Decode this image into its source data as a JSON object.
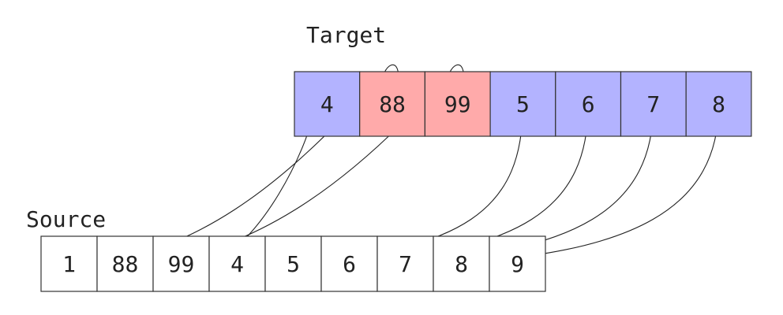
{
  "target": {
    "label": "Target",
    "cells": [
      {
        "value": "4",
        "highlight": false
      },
      {
        "value": "88",
        "highlight": true
      },
      {
        "value": "99",
        "highlight": true
      },
      {
        "value": "5",
        "highlight": false
      },
      {
        "value": "6",
        "highlight": false
      },
      {
        "value": "7",
        "highlight": false
      },
      {
        "value": "8",
        "highlight": false
      }
    ]
  },
  "source": {
    "label": "Source",
    "cells": [
      "1",
      "88",
      "99",
      "4",
      "5",
      "6",
      "7",
      "8",
      "9"
    ]
  },
  "mapping": [
    {
      "source_index": 1,
      "target_index": 1
    },
    {
      "source_index": 2,
      "target_index": 2
    },
    {
      "source_index": 3,
      "target_index": 0
    },
    {
      "source_index": 4,
      "target_index": 3
    },
    {
      "source_index": 5,
      "target_index": 4
    },
    {
      "source_index": 6,
      "target_index": 5
    },
    {
      "source_index": 7,
      "target_index": 6
    }
  ],
  "colors": {
    "target_cell": "#b3b3ff",
    "inserted_cell": "#ffaaaa",
    "source_cell": "#ffffff",
    "border": "#333333",
    "arrow": "#222222"
  }
}
